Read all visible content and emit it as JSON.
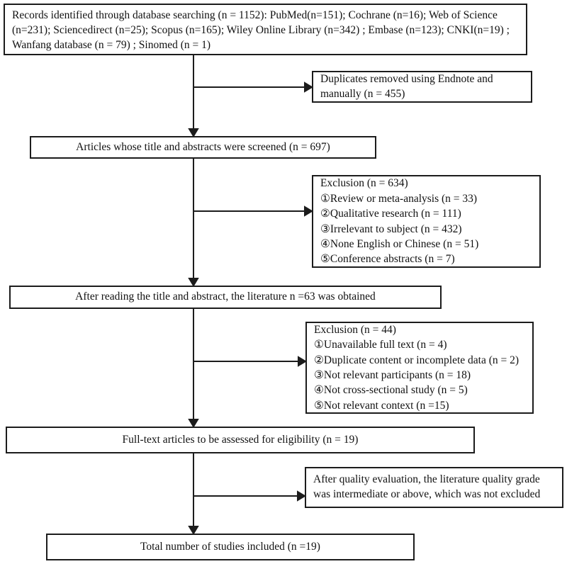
{
  "flowchart": {
    "records": {
      "text": "Records identified through database searching (n = 1152): PubMed(n=151); Cochrane (n=16); Web of Science (n=231); Sciencedirect (n=25); Scopus (n=165); Wiley Online Library (n=342) ; Embase (n=123); CNKI(n=19) ; Wanfang database (n = 79) ; Sinomed (n = 1)"
    },
    "duplicates": {
      "text": "Duplicates removed using Endnote and manually (n = 455)"
    },
    "screened": {
      "text": "Articles whose title and abstracts were screened (n = 697)"
    },
    "exclusion1": {
      "title": "Exclusion (n = 634)",
      "items": [
        "①Review or meta-analysis (n = 33)",
        "②Qualitative research (n = 111)",
        "③Irrelevant to subject (n = 432)",
        "④None English or Chinese (n = 51)",
        "⑤Conference abstracts (n = 7)"
      ]
    },
    "after_reading": {
      "text": "After reading the title and abstract, the literature n =63 was obtained"
    },
    "exclusion2": {
      "title": "Exclusion (n = 44)",
      "items": [
        "①Unavailable full text (n = 4)",
        "②Duplicate content or incomplete data (n = 2)",
        "③Not relevant participants (n = 18)",
        "④Not cross-sectional study (n = 5)",
        "⑤Not relevant context (n =15)"
      ]
    },
    "fulltext": {
      "text": "Full-text articles to be assessed for eligibility (n = 19)"
    },
    "quality": {
      "text": "After quality evaluation, the literature quality grade was intermediate or above, which was not excluded"
    },
    "total": {
      "text": "Total number of studies included (n =19)"
    },
    "line_color": "#1c1c1c"
  }
}
